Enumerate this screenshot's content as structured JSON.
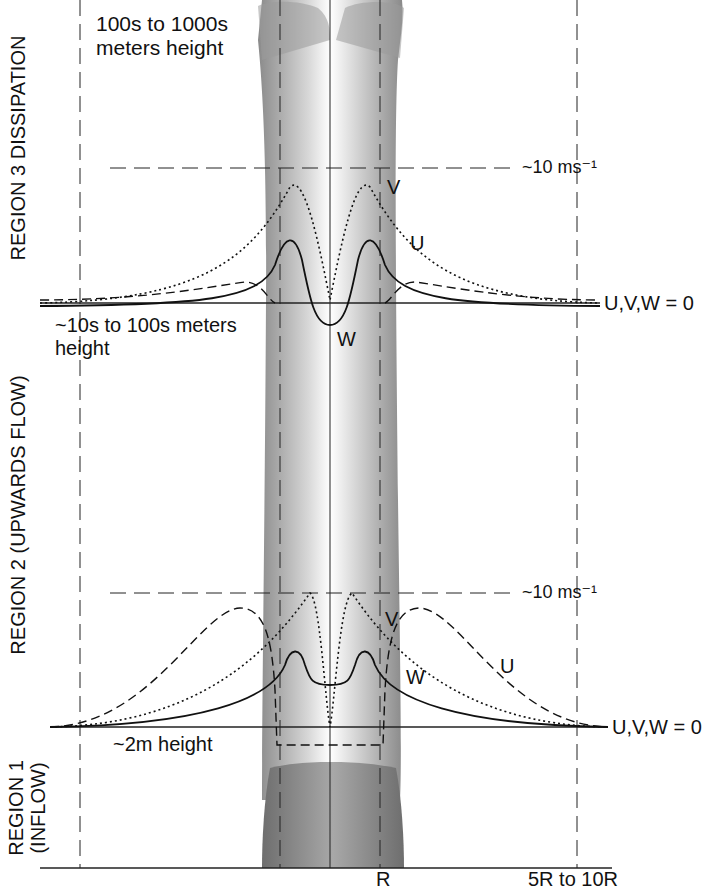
{
  "diagram": {
    "labels": [
      "100s to 1000s meters height",
      "REGION 3 DISSIPATION",
      "~10 ms⁻¹",
      "V",
      "U",
      "W",
      "U,V,W = 0",
      "~10s to 100s meters height",
      "REGION 2 (UPWARDS FLOW)",
      "~10 ms⁻¹",
      "V",
      "U",
      "W",
      "U,V,W = 0",
      "~2m height",
      "REGION 1 (INFLOW)",
      "R",
      "5R to 10R"
    ]
  }
}
